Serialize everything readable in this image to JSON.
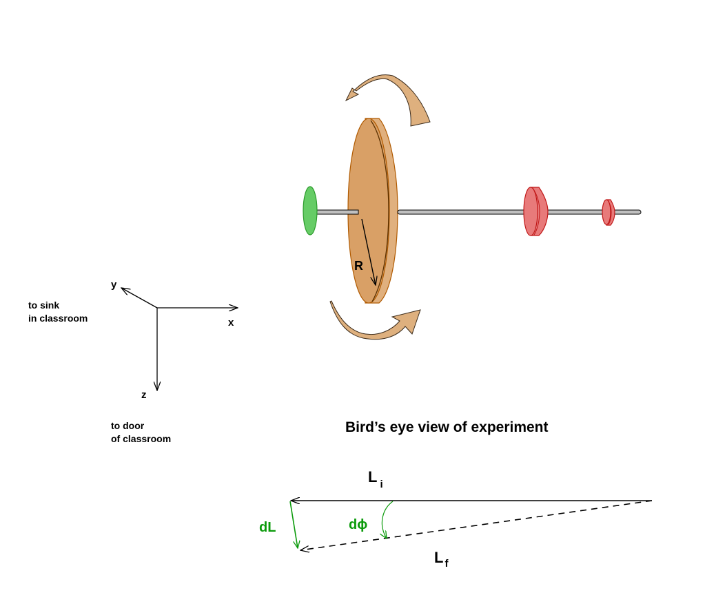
{
  "diagram": {
    "title": "Bird’s eye view of experiment",
    "axes": {
      "x_label": "x",
      "y_label": "y",
      "z_label": "z",
      "y_direction_note_line1": "to sink",
      "y_direction_note_line2": "in classroom",
      "z_direction_note_line1": "to door",
      "z_direction_note_line2": "of classroom"
    },
    "apparatus": {
      "wheel_radius_label": "R",
      "components": [
        "rotating-wheel",
        "axle",
        "green-end-cap",
        "large-red-counterweight",
        "small-red-counterweight",
        "rotation-arrow-top",
        "rotation-arrow-bottom"
      ]
    },
    "vector_diagram": {
      "initial_momentum_label": "L",
      "initial_momentum_subscript": "i",
      "final_momentum_label": "L",
      "final_momentum_subscript": "f",
      "change_label": "dL",
      "angle_label": "dϕ"
    },
    "colors": {
      "wheel_face": "#d9a066",
      "wheel_rim": "#e0b07e",
      "wheel_outline": "#b05a00",
      "rotation_arrow": "#deb07e",
      "axle": "#c0c0c0",
      "end_cap": "#66cc66",
      "counterweight": "#e87a7a",
      "counterweight_outline": "#c01818",
      "annotation_green": "#0a9a0a"
    }
  }
}
